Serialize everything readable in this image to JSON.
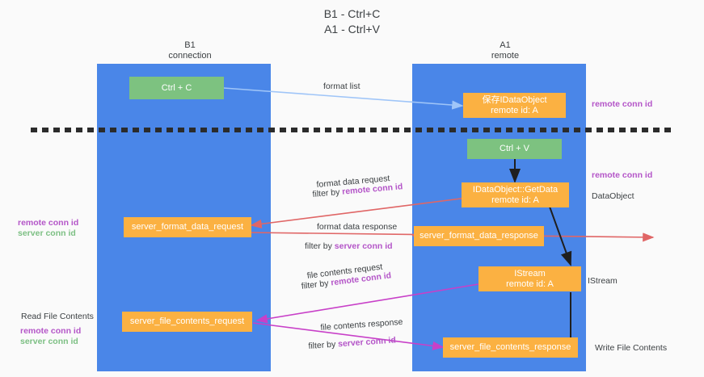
{
  "title": "B1 - Ctrl+C\nA1 - Ctrl+V",
  "columns": [
    {
      "name": "B1",
      "sub": "connection",
      "label": "B1\nconnection"
    },
    {
      "name": "A1",
      "sub": "remote",
      "label": "A1\nremote"
    }
  ],
  "boxes": {
    "ctrl_c": "Ctrl + C",
    "ctrl_v": "Ctrl + V",
    "save_dataobject": "保存IDataObject\nremote id: A",
    "getdata": "IDataObject::GetData\nremote id: A",
    "istream": "IStream\nremote id: A",
    "server_format_data_request": "server_format_data_request",
    "server_format_data_response": "server_format_data_response",
    "server_file_contents_request": "server_file_contents_request",
    "server_file_contents_response": "server_file_contents_response"
  },
  "edge_labels": {
    "format_list": "format list",
    "format_data_request": "format data request",
    "format_data_request_filter_prefix": "filter by ",
    "format_data_request_filter_key": "remote conn id",
    "format_data_response": "format data response",
    "format_data_response_filter_prefix": "filter by ",
    "format_data_response_filter_key": "server conn id",
    "file_contents_request": "file contents request",
    "file_contents_request_filter_prefix": "filter by ",
    "file_contents_request_filter_key": "remote conn id",
    "file_contents_response": "file contents response",
    "file_contents_response_filter_prefix": "filter by ",
    "file_contents_response_filter_key": "server conn id"
  },
  "side_labels": {
    "right_remote_conn_id_top": "remote conn id",
    "right_remote_conn_id_mid": "remote conn id",
    "right_dataobject": "DataObject",
    "right_istream": "IStream",
    "right_write_file_contents": "Write File Contents",
    "left_remote_conn_id_mid": "remote conn id",
    "left_server_conn_id_mid": "server conn id",
    "left_read_file_contents": "Read File Contents",
    "left_remote_conn_id_bot": "remote conn id",
    "left_server_conn_id_bot": "server conn id"
  },
  "colors": {
    "lane": "#4a86e8",
    "green_box": "#7dc280",
    "orange_box": "#fbb142",
    "purple_text": "#b455c8",
    "green_text": "#7cbf83",
    "arrow_blue": "#9fc5f8",
    "arrow_red": "#e06666",
    "arrow_magenta": "#c840c8",
    "arrow_black": "#1f1f1f",
    "background": "#fafafa",
    "dash_line": "#2b2b2b"
  }
}
